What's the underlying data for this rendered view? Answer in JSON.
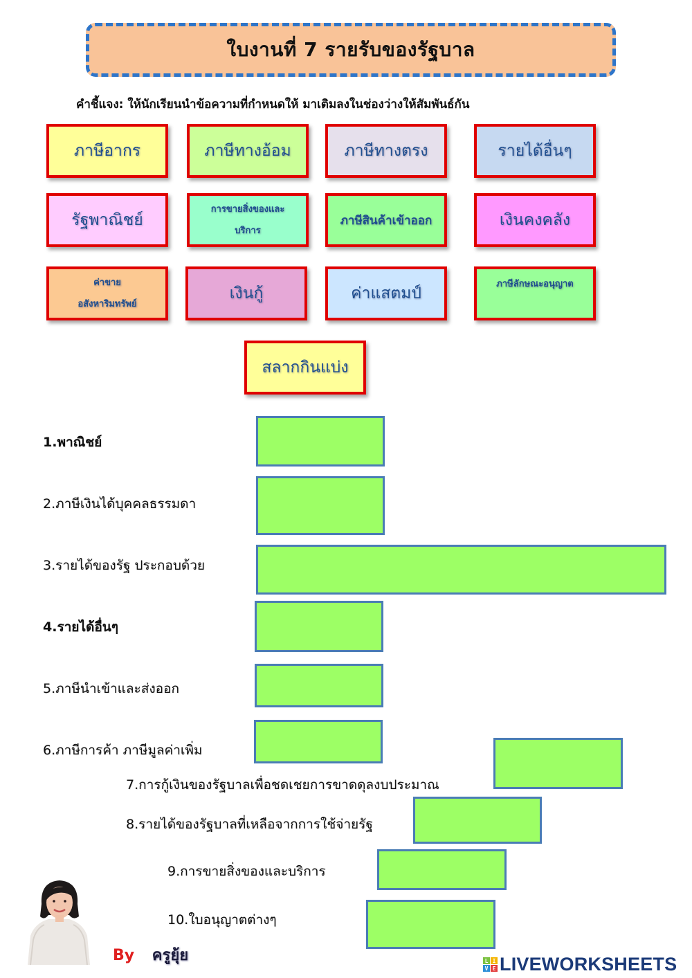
{
  "header": {
    "title": "ใบงานที่  7  รายรับของรัฐบาล",
    "instructions": "คำชี้แจง:  ให้นักเรียนนำข้อความที่กำหนดให้  มาเติมลงในช่องว่างให้สัมพันธ์กัน"
  },
  "word_bank": [
    {
      "id": "c1",
      "lines": [
        "ภาษีอากร"
      ],
      "bg": "#ffff99"
    },
    {
      "id": "c2",
      "lines": [
        "ภาษีทางอ้อม"
      ],
      "bg": "#ccff99"
    },
    {
      "id": "c3",
      "lines": [
        "ภาษีทางตรง"
      ],
      "bg": "#e6e0ec"
    },
    {
      "id": "c4",
      "lines": [
        "รายได้อื่นๆ"
      ],
      "bg": "#c6d9f1"
    },
    {
      "id": "c5",
      "lines": [
        "รัฐพาณิชย์"
      ],
      "bg": "#ffccff"
    },
    {
      "id": "c6",
      "lines": [
        "การขายสิ่งของและ",
        "บริการ"
      ],
      "bg": "#99ffcc"
    },
    {
      "id": "c7",
      "lines": [
        "ภาษีสินค้าเข้าออก"
      ],
      "bg": "#99ff99"
    },
    {
      "id": "c8",
      "lines": [
        "เงินคงคลัง"
      ],
      "bg": "#ff99ff"
    },
    {
      "id": "c9",
      "lines": [
        "ค่าขาย",
        "อสังหาริมทรัพย์"
      ],
      "bg": "#fcc992"
    },
    {
      "id": "c10",
      "lines": [
        "เงินกู้"
      ],
      "bg": "#e6a8d7"
    },
    {
      "id": "c11",
      "lines": [
        "ค่าแสตมป์"
      ],
      "bg": "#cce6ff"
    },
    {
      "id": "c12",
      "lines": [
        "ภาษีลักษณะอนุญาต"
      ],
      "bg": "#99ff99"
    },
    {
      "id": "c13",
      "lines": [
        "สลากกินแบ่ง"
      ],
      "bg": "#ffff99"
    }
  ],
  "questions": [
    {
      "label": "1.พาณิชย์"
    },
    {
      "label": "2.ภาษีเงินได้บุคคลธรรมดา"
    },
    {
      "label": "3.รายได้ของรัฐ   ประกอบด้วย"
    },
    {
      "label": "4.รายได้อื่นๆ"
    },
    {
      "label": "5.ภาษีนำเข้าและส่งออก"
    },
    {
      "label": "6.ภาษีการค้า   ภาษีมูลค่าเพิ่ม"
    },
    {
      "label": "7.การกู้เงินของรัฐบาลเพื่อชดเชยการขาดดุลงบประมาณ"
    },
    {
      "label": "8.รายได้ของรัฐบาลที่เหลือจากการใช้จ่ายรัฐ"
    },
    {
      "label": "9.การขายสิ่งของและบริการ"
    },
    {
      "label": "10.ใบอนุญาตต่างๆ"
    }
  ],
  "footer": {
    "by_label": "By",
    "author": "ครูยุ้ย",
    "brand": "LIVEWORKSHEETS",
    "brand_logo_letters": [
      "L",
      "I",
      "V",
      "E"
    ]
  },
  "colors": {
    "card_border": "#e00000",
    "card_text": "#1f4e8f",
    "answer_fill": "#9dff65",
    "answer_border": "#4a7db5",
    "banner_fill": "#f9c398",
    "banner_border": "#2e75c9"
  }
}
